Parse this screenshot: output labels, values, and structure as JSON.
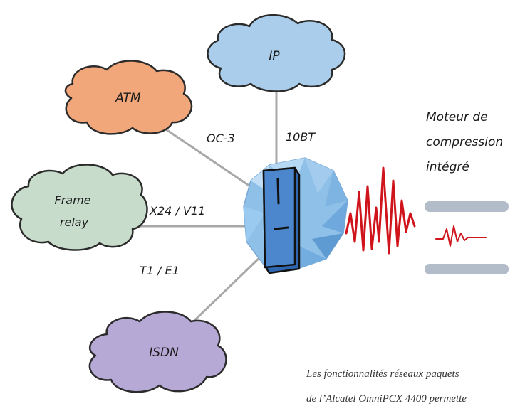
{
  "networks": {
    "ip": "IP",
    "atm": "ATM",
    "frame_relay_line1": "Frame",
    "frame_relay_line2": "relay",
    "isdn": "ISDN"
  },
  "links": {
    "ip": "10BT",
    "atm": "OC-3",
    "frame_relay": "X24 / V11",
    "isdn": "T1 / E1"
  },
  "engine": {
    "line1": "Moteur de",
    "line2": "compression",
    "line3": "intégré"
  },
  "caption": {
    "line1": "Les fonctionnalités réseaux paquets",
    "line2": "de l’Alcatel OmniPCX 4400 permette"
  },
  "colors": {
    "ip_cloud": "#a9cdea",
    "atm_cloud": "#f2a77a",
    "frame_cloud": "#c7dccb",
    "isdn_cloud": "#b7a9d6",
    "hub": "#8fc0e8",
    "waveform": "#d0141c",
    "bars": "#b3bcc9"
  }
}
